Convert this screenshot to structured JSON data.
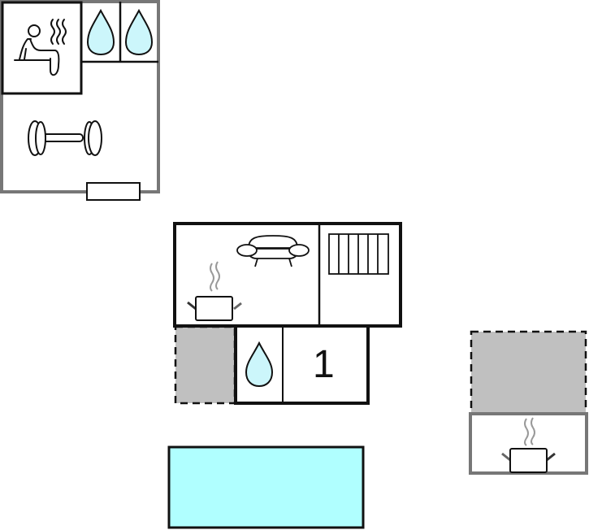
{
  "plan": {
    "type": "floor-plan",
    "colors": {
      "wall_outer_gray": "#777777",
      "wall_black": "#111111",
      "water": "#ccf6fb",
      "pool": "#b0ffff",
      "terrace": "#c0c0c0",
      "steam": "#999999"
    },
    "outbuilding": {
      "rooms": [
        {
          "name": "sauna",
          "icon": "sauna-icon"
        },
        {
          "name": "shower-1",
          "icon": "water-drop-icon"
        },
        {
          "name": "shower-2",
          "icon": "water-drop-icon"
        },
        {
          "name": "fitness",
          "icon": "dumbbell-icon"
        }
      ],
      "door": "door-rect"
    },
    "main_house": {
      "rooms": [
        {
          "name": "living-kitchen",
          "icons": [
            "sofa-icon",
            "cooking-pot-icon"
          ]
        },
        {
          "name": "stairs-room",
          "icon": "stairs-icon"
        },
        {
          "name": "bathroom",
          "icon": "water-drop-icon"
        },
        {
          "name": "bedroom",
          "label": "1"
        }
      ],
      "terrace": "covered-terrace"
    },
    "outdoor_kitchen": {
      "icon": "cooking-pot-icon",
      "terrace": "covered-terrace"
    },
    "pool": {
      "name": "swimming-pool"
    }
  }
}
